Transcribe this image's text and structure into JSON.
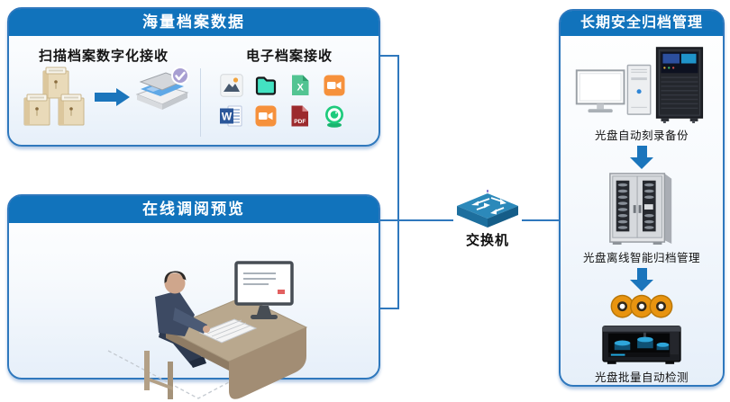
{
  "colors": {
    "header_blue": "#1173bc",
    "panel_border": "#2f78bd",
    "connector_blue": "#2f78bd",
    "arrow_blue": "#1b75bc"
  },
  "panel_massive_data": {
    "title": "海量档案数据",
    "scan_section": {
      "title": "扫描档案数字化接收"
    },
    "electronic_section": {
      "title": "电子档案接收",
      "excel_letter": "X",
      "word_letter": "W",
      "pdf_label": "PDF"
    }
  },
  "panel_online_preview": {
    "title": "在线调阅预览"
  },
  "network": {
    "switch_label": "交换机"
  },
  "panel_archive_mgmt": {
    "title": "长期安全归档管理",
    "steps": [
      {
        "label": "光盘自动刻录备份"
      },
      {
        "label": "光盘离线智能归档管理"
      },
      {
        "label": "光盘批量自动检测"
      }
    ]
  },
  "icons": {
    "archive-box-icon": "tan archive folder box",
    "arrow-right-icon": "blue right arrow",
    "scanner-icon": "flatbed scanner with check badge",
    "image-file-icon": "photo file",
    "folder-icon": "teal folder",
    "excel-file-icon": "green spreadsheet file",
    "video-file-icon": "orange video file",
    "word-file-icon": "blue word document",
    "pdf-file-icon": "red pdf file",
    "webcam-icon": "green webcam",
    "person-at-desk-illustration": "user browsing archives at computer desk",
    "network-switch-icon": "isometric network switch",
    "desktop-computer-icon": "monitor and tower pc",
    "server-rack-icon": "disc burning server tower",
    "arrow-down-icon": "blue down arrow",
    "disc-cabinet-icon": "offline optical disc cabinet",
    "optical-discs-icon": "three orange optical discs",
    "disc-detector-icon": "batch disc detection machine"
  }
}
